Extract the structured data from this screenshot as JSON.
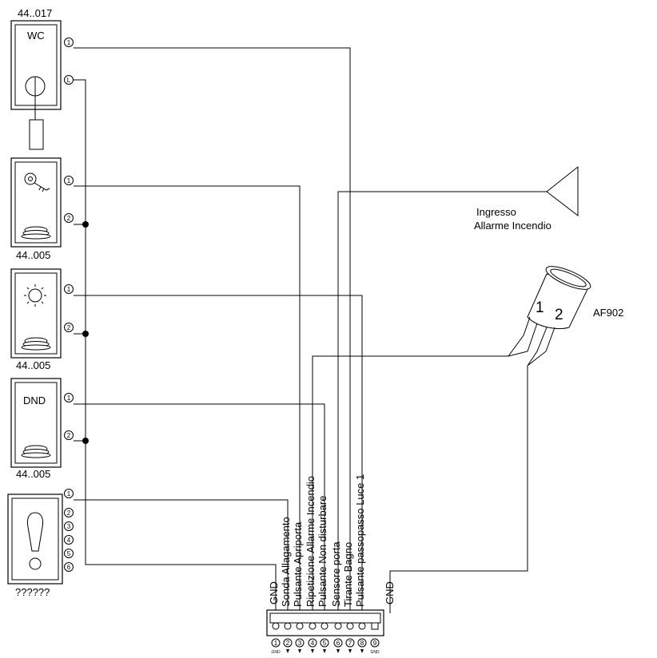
{
  "devices": {
    "wc_code": "44..017",
    "wc_label": "WC",
    "dev2_code": "44..005",
    "dev3_code": "44..005",
    "dnd_label": "DND",
    "dnd_code": "44..005",
    "dev5_code": "??????"
  },
  "terminals": {
    "t1": "1",
    "t2": "2",
    "t3": "3",
    "t4": "4",
    "t5": "5",
    "t6": "6",
    "t7": "7",
    "t8": "8",
    "t9": "9",
    "wc_t2": "L"
  },
  "sensors": {
    "fire_line1": "Ingresso",
    "fire_line2": "Allarme Incendio",
    "af_name": "AF902",
    "af_pin1": "1",
    "af_pin2": "2"
  },
  "connector": {
    "labels": [
      "GND",
      "Sonda Allagamento",
      "Pulsante Apriporta",
      "Ripetizione Allarme Incendio",
      "Pulsante Non disturbare",
      "Sensore porta",
      "Tirante Bagno",
      "Pulsante passopasso Luce 1",
      "GND"
    ],
    "pins": [
      "1",
      "2",
      "3",
      "4",
      "5",
      "6",
      "7",
      "8",
      "9"
    ],
    "pin_sub": "GND"
  }
}
